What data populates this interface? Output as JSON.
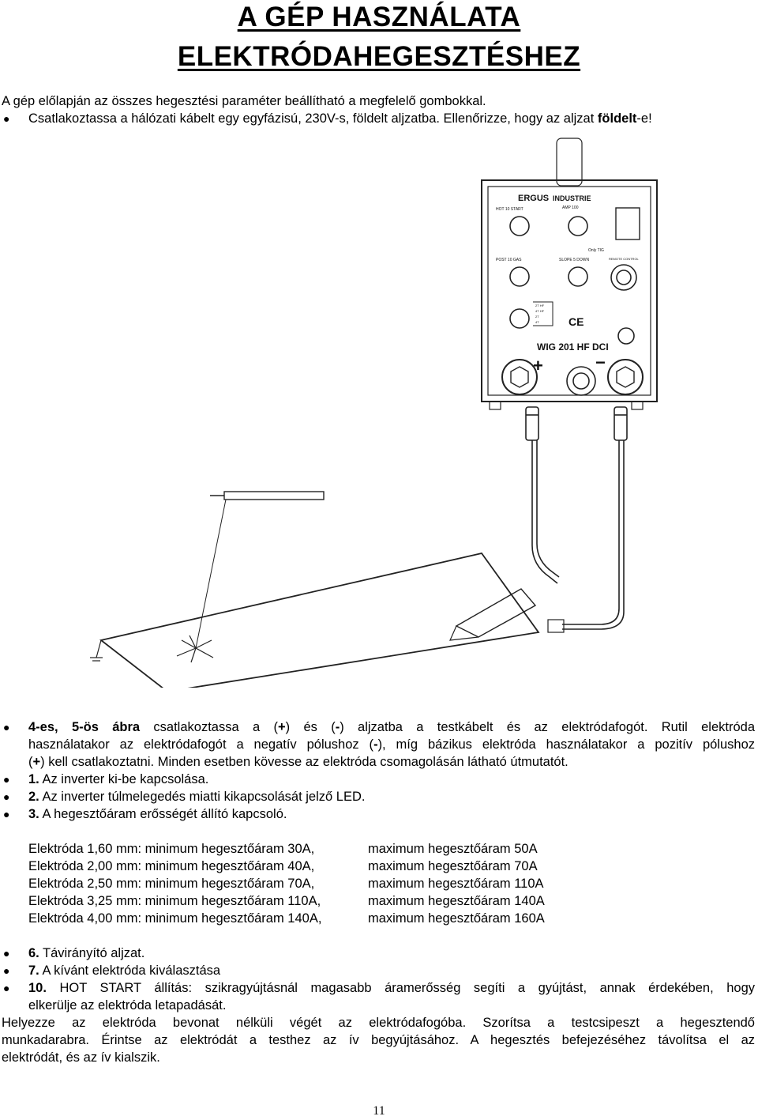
{
  "title": {
    "line1": "A GÉP HASZNÁLATA",
    "line2": "ELEKTRÓDAHEGESZTÉSHEZ"
  },
  "intro": "A gép előlapján az összes hegesztési paraméter beállítható a megfelelő gombokkal.",
  "bullet1": {
    "pre": "Csatlakoztassa a hálózati kábelt egy egyfázisú, 230V-s, földelt aljzatba. Ellenőrizze, hogy az aljzat ",
    "bold": "földelt",
    "post": "-e!"
  },
  "figure": {
    "brand": "ERGUS",
    "brand_line": "INDUSTRIE",
    "model": "WIG 201 HF DCI",
    "ce": "CE",
    "plus_sign": "+",
    "minus_sign": "−",
    "knob_labels": {
      "hot_start": "HOT 10 START",
      "amp": "AMP 100",
      "post_gas": "POST 10 GAS",
      "slope_down": "SLOPE 5 DOWN",
      "remote": "REMOTE CONTROL",
      "only_tig": "Only TIG"
    },
    "mode_labels": [
      "2T HF",
      "4T HF",
      "2T",
      "4T"
    ]
  },
  "para1": {
    "bold1": "4-es, 5-ös ábra",
    "l1a": " csatlakoztassa a (",
    "plus1": "+",
    "l1b": ") és (",
    "minus1": "-",
    "l1c": ") aljzatba a testkábelt és az elektródafogót. Rutil elektróda",
    "l2a": "használatakor az elektródafogót a negatív pólushoz (",
    "minus2": "-",
    "l2b": "), míg bázikus elektróda használatakor a pozitív pólushoz",
    "l3a": "(",
    "plus2": "+",
    "l3b": ") kell csatlakoztatni. Minden esetben kövesse az elektróda csomagolásán látható útmutatót."
  },
  "items1": [
    {
      "num": "1.",
      "text": " Az inverter ki-be kapcsolása."
    },
    {
      "num": "2.",
      "text": " Az inverter túlmelegedés miatti kikapcsolását jelző LED."
    },
    {
      "num": "3.",
      "text": " A hegesztőáram erősségét állító kapcsoló."
    }
  ],
  "electrodes": [
    {
      "min": "Elektróda 1,60 mm: minimum hegesztőáram 30A,",
      "max": "maximum hegesztőáram 50A"
    },
    {
      "min": "Elektróda 2,00 mm: minimum hegesztőáram 40A,",
      "max": "maximum hegesztőáram 70A"
    },
    {
      "min": "Elektróda 2,50 mm: minimum hegesztőáram 70A,",
      "max": "maximum hegesztőáram 110A"
    },
    {
      "min": "Elektróda 3,25 mm: minimum hegesztőáram 110A,",
      "max": "maximum hegesztőáram 140A"
    },
    {
      "min": "Elektróda 4,00 mm: minimum hegesztőáram 140A,",
      "max": "maximum hegesztőáram 160A"
    }
  ],
  "items2": [
    {
      "num": "6.",
      "text": " Távirányító aljzat."
    },
    {
      "num": "7.",
      "text": " A kívánt elektróda kiválasztása"
    }
  ],
  "item10": {
    "num": "10.",
    "line1": " HOT START állítás: szikragyújtásnál magasabb áramerősség segíti a gyújtást, annak érdekében, hogy",
    "line2": "elkerülje az elektróda letapadását."
  },
  "closing": {
    "line1": "Helyezze az elektróda bevonat nélküli végét az elektródafogóba. Szorítsa a testcsipeszt a hegesztendő",
    "line2": "munkadarabra. Érintse az elektródát a testhez az ív begyújtásához. A hegesztés befejezéséhez távolítsa el az",
    "line3": "elektródát, és az ív kialszik."
  },
  "page_number": "11"
}
